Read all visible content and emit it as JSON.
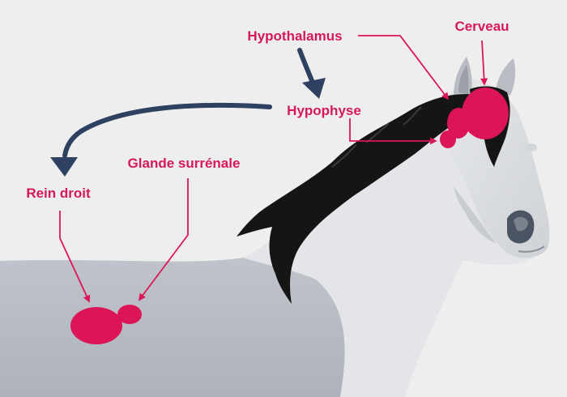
{
  "labels": {
    "hypothalamus": "Hypothalamus",
    "cerveau": "Cerveau",
    "hypophyse": "Hypophyse",
    "glande_surrenale": "Glande surrénale",
    "rein_droit": "Rein droit"
  },
  "colors": {
    "background": "#eeeeef",
    "label": "#d6185a",
    "organ": "#dc1458",
    "arrow": "#2f4160",
    "body": "#e1e3e6",
    "body_shadow": "#b2b6be",
    "mane": "#151515",
    "nostril": "#46505e"
  }
}
